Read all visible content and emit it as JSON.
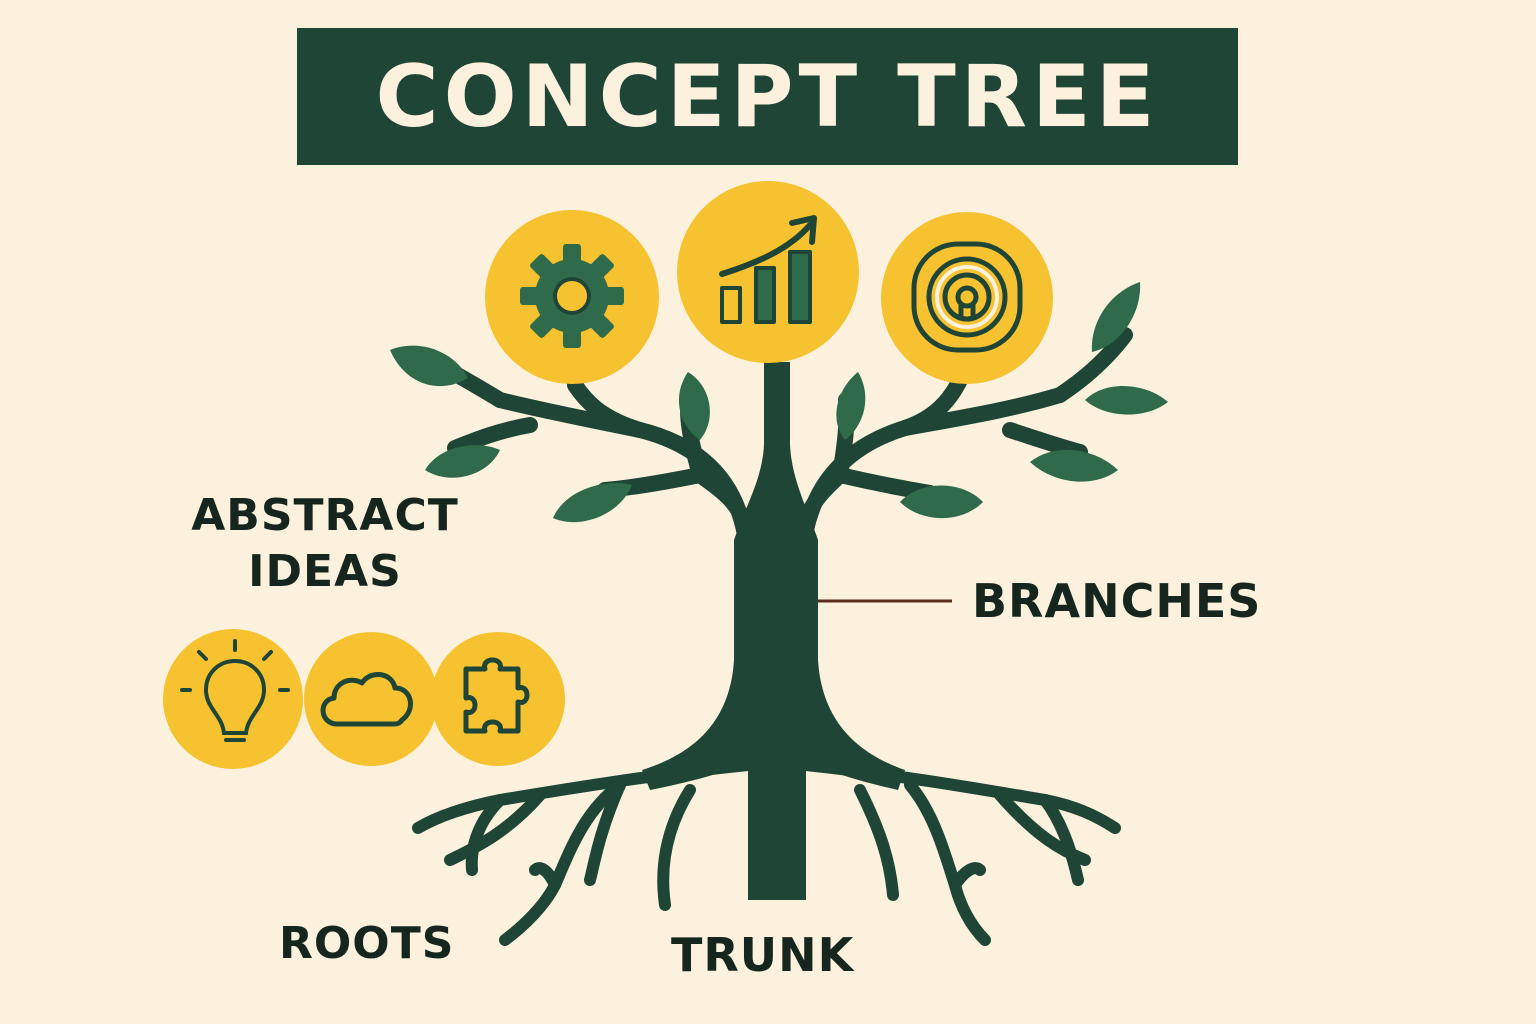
{
  "title": "CONCEPT TREE",
  "labels": {
    "abstract_line1": "ABSTRACT",
    "abstract_line2": "IDEAS",
    "branches": "BRANCHES",
    "roots": "ROOTS",
    "trunk": "TRUNK"
  },
  "icons": {
    "top": [
      "gear-icon",
      "bar-chart-growth-icon",
      "target-icon"
    ],
    "ideas": [
      "lightbulb-icon",
      "cloud-icon",
      "puzzle-piece-icon"
    ]
  },
  "colors": {
    "background": "#fbf1dc",
    "banner": "#1e4535",
    "tree": "#1e4535",
    "leaf": "#2f6b4a",
    "circle": "#f6c230",
    "text": "#16261f"
  }
}
